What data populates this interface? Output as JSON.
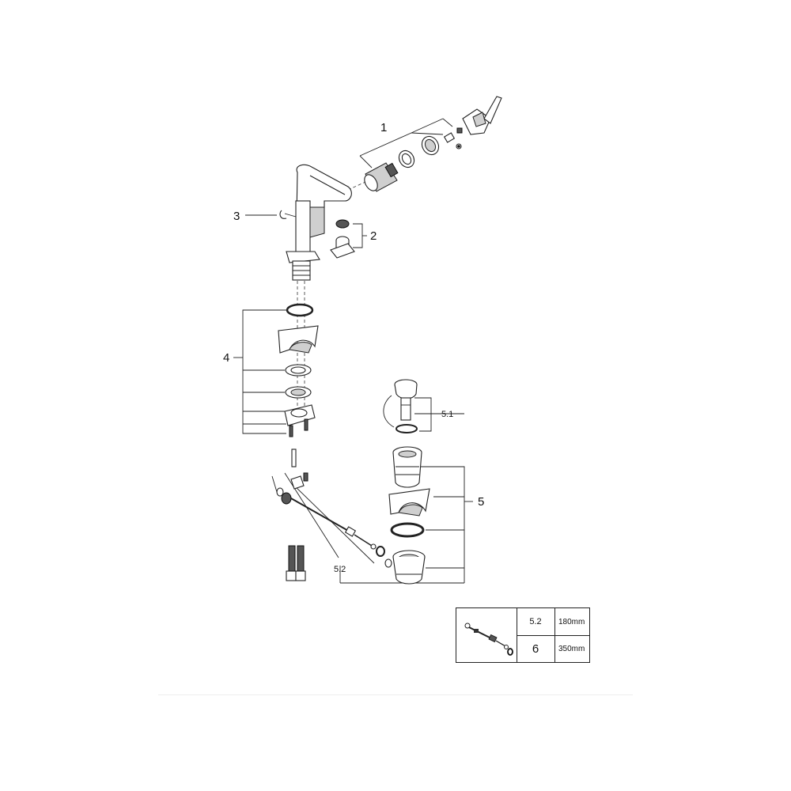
{
  "callouts": {
    "c1": "1",
    "c2": "2",
    "c3": "3",
    "c4": "4",
    "c5": "5",
    "c51": "5.1",
    "c52": "5.2"
  },
  "variant_table": {
    "rows": [
      {
        "number": "5.2",
        "length": "180mm"
      },
      {
        "number": "6",
        "length": "350mm"
      }
    ]
  }
}
